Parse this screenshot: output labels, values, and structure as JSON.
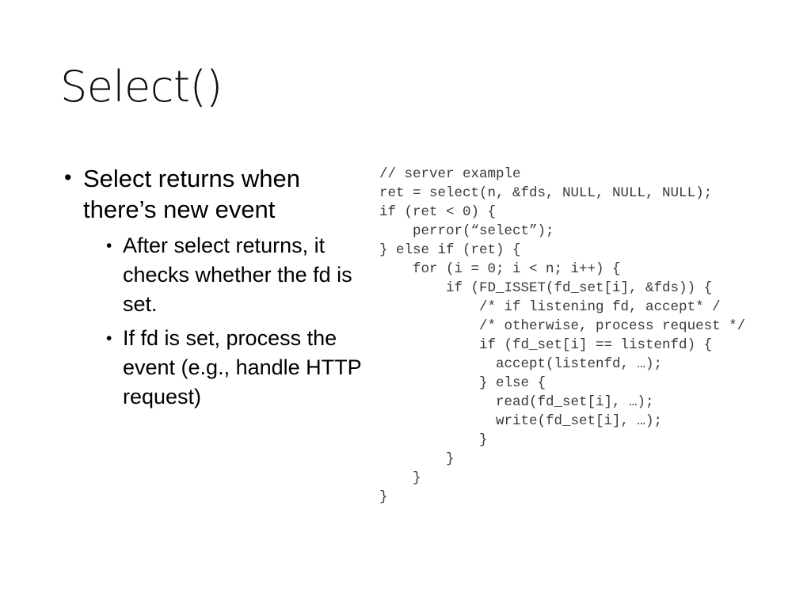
{
  "slide": {
    "title": "Select()",
    "background_color": "#ffffff",
    "title_color": "#0d0d0d",
    "body_text_color": "#000000",
    "code_text_color": "#3a3a3a"
  },
  "bullets": [
    {
      "text": "Select returns when there’s new event",
      "children": [
        {
          "text": "After select returns, it checks whether the fd is set."
        },
        {
          "text": "If fd is set, process the event (e.g., handle HTTP request)"
        }
      ]
    }
  ],
  "code": {
    "language": "c",
    "lines": [
      "// server example",
      "ret = select(n, &fds, NULL, NULL, NULL);",
      "if (ret < 0) {",
      "    perror(“select”);",
      "} else if (ret) {",
      "    for (i = 0; i < n; i++) {",
      "        if (FD_ISSET(fd_set[i], &fds)) {",
      "            /* if listening fd, accept* /",
      "            /* otherwise, process request */",
      "            if (fd_set[i] == listenfd) {",
      "              accept(listenfd, …);",
      "            } else {",
      "              read(fd_set[i], …);",
      "              write(fd_set[i], …);",
      "            }",
      "        }",
      "    }",
      "}"
    ],
    "text": "// server example\nret = select(n, &fds, NULL, NULL, NULL);\nif (ret < 0) {\n    perror(“select”);\n} else if (ret) {\n    for (i = 0; i < n; i++) {\n        if (FD_ISSET(fd_set[i], &fds)) {\n            /* if listening fd, accept* /\n            /* otherwise, process request */\n            if (fd_set[i] == listenfd) {\n              accept(listenfd, …);\n            } else {\n              read(fd_set[i], …);\n              write(fd_set[i], …);\n            }\n        }\n    }\n}"
  }
}
